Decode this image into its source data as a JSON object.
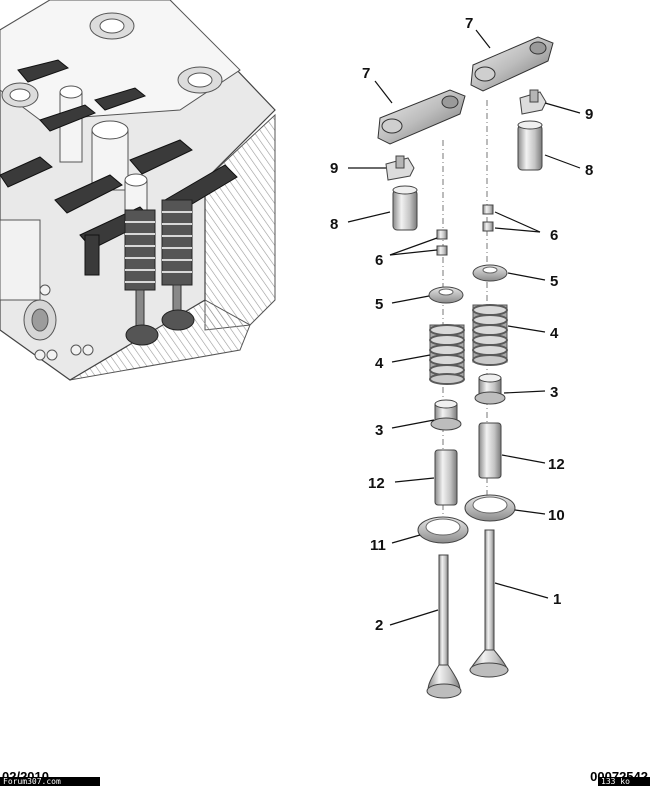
{
  "callouts": {
    "c7a": "7",
    "c7b": "7",
    "c9a": "9",
    "c9b": "9",
    "c8a": "8",
    "c8b": "8",
    "c6a": "6",
    "c6b": "6",
    "c5a": "5",
    "c5b": "5",
    "c4a": "4",
    "c4b": "4",
    "c3a": "3",
    "c3b": "3",
    "c12a": "12",
    "c12b": "12",
    "c11": "11",
    "c10": "10",
    "c2": "2",
    "c1": "1"
  },
  "footer": {
    "date": "02/2010",
    "ref": "00072542",
    "watermark": "Forum307.com",
    "size": "133 ko"
  },
  "colors": {
    "metal_light": "#e6e6e6",
    "metal_mid": "#b8b8b8",
    "metal_dark": "#6b6b6b",
    "rocker_dark": "#333333",
    "hatch": "#9a9a9a"
  }
}
